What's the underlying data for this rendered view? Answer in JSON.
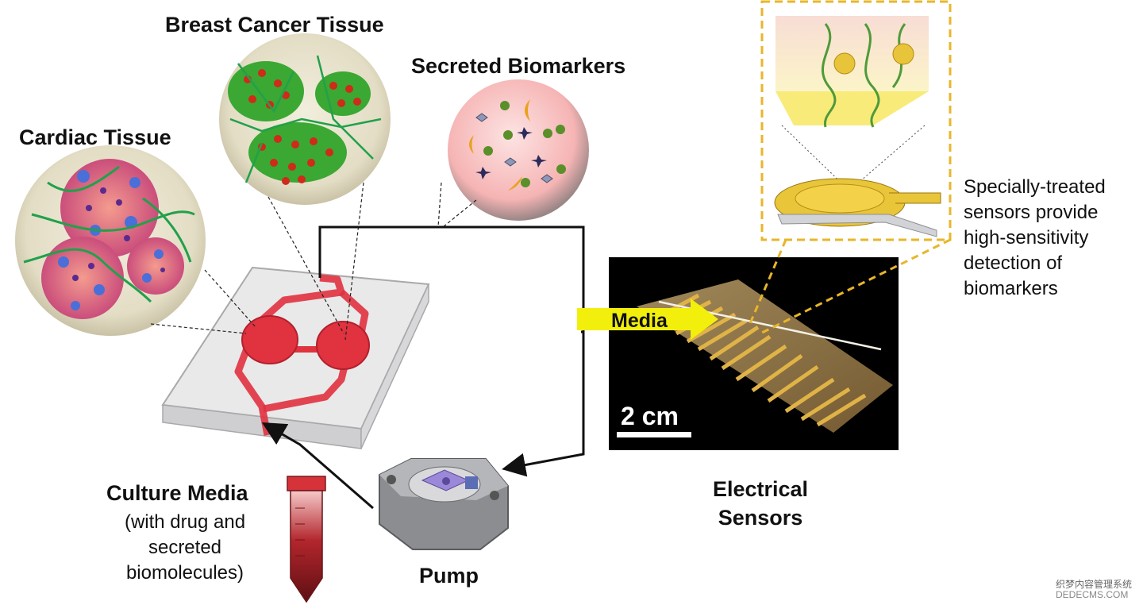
{
  "labels": {
    "breast_cancer_tissue": "Breast Cancer Tissue",
    "secreted_biomarkers": "Secreted Biomarkers",
    "cardiac_tissue": "Cardiac Tissue",
    "culture_media": "Culture Media",
    "culture_media_sub": "(with drug and secreted biomolecules)",
    "pump": "Pump",
    "electrical_sensors": "Electrical Sensors",
    "sensor_note": "Specially-treated sensors provide high-sensitivity detection of biomarkers",
    "scale_bar": "2 cm",
    "media_arrow": "Media"
  },
  "watermark": {
    "line1": "织梦内容管理系统",
    "line2": "DEDECMS.COM"
  },
  "colors": {
    "tissue_green": "#3aa832",
    "cell_red": "#cf2a1a",
    "chip_red": "#e0323f",
    "biomarker_pink": "#f6b7b7",
    "gold": "#d4a017",
    "dash_gold": "#e8b62a",
    "arrow_yellow": "#f2ef0c"
  }
}
